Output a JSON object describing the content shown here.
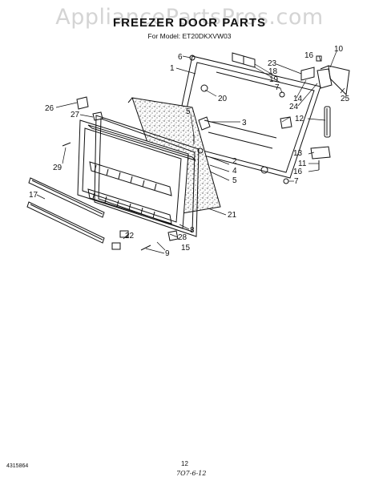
{
  "watermark": "AppliancePartsPros.com",
  "title": "FREEZER DOOR PARTS",
  "subtitle": "For Model: ET20DKXVW03",
  "footer": {
    "doc_id": "4315864",
    "page": "12",
    "code": "7O7-6-12"
  },
  "callouts": {
    "c1": "1",
    "c2": "2",
    "c3": "3",
    "c4": "4",
    "c5a": "5",
    "c5b": "5",
    "c6": "6",
    "c7a": "7",
    "c7b": "7",
    "c8": "8",
    "c9": "9",
    "c10": "10",
    "c11": "11",
    "c12": "12",
    "c13": "13",
    "c14": "14",
    "c15": "15",
    "c16a": "16",
    "c16b": "16",
    "c17": "17",
    "c18": "18",
    "c19": "19",
    "c20": "20",
    "c21": "21",
    "c22": "22",
    "c23": "23",
    "c24": "24",
    "c25": "25",
    "c26": "26",
    "c27": "27",
    "c28": "28",
    "c29": "29"
  }
}
